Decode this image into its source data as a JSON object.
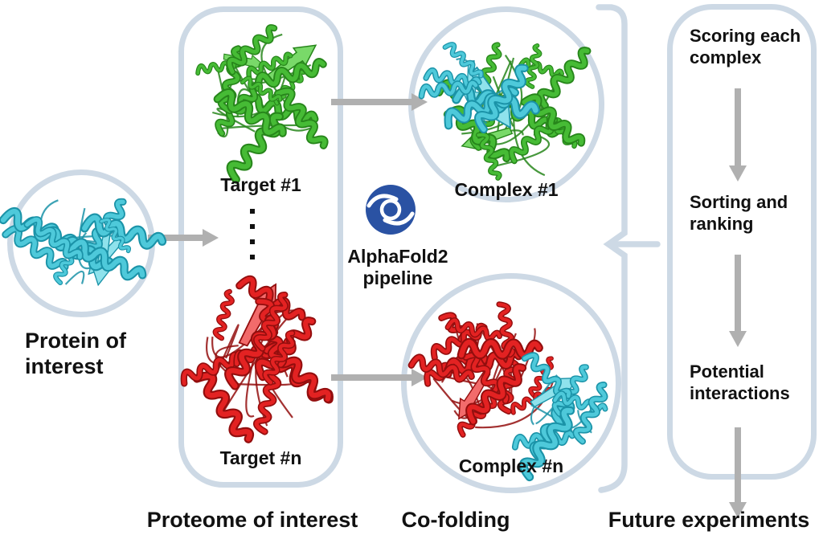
{
  "diagram": {
    "stages": {
      "protein_of_interest": {
        "label_line1": "Protein of",
        "label_line2": "interest"
      },
      "proteome": {
        "caption": "Proteome of interest",
        "targets": [
          {
            "label": "Target #1"
          },
          {
            "label": "Target #n"
          }
        ]
      },
      "pipeline": {
        "name": "AlphaFold2",
        "subtitle": "pipeline"
      },
      "cofolding": {
        "caption": "Co-folding",
        "complexes": [
          {
            "label": "Complex #1"
          },
          {
            "label": "Complex #n"
          }
        ]
      },
      "future": {
        "caption": "Future experiments",
        "steps": [
          {
            "line1": "Scoring each",
            "line2": "complex"
          },
          {
            "line1": "Sorting and",
            "line2": "ranking"
          },
          {
            "line1": "Potential",
            "line2": "interactions"
          }
        ]
      }
    },
    "icons": {
      "alphafold_logo": "vortex-spiral-icon",
      "flow_arrow": "gray-arrow",
      "ellipsis": "vertical-dots"
    }
  },
  "colors": {
    "background": "#ffffff",
    "outline": "#cdd9e5",
    "arrow": "#b0b0b0",
    "text": "#111111",
    "logo_blue": "#2a52a3",
    "protein_cyan": {
      "main": "#4ec9da",
      "dark": "#1b93a8",
      "light": "#8fe2ec"
    },
    "protein_green": {
      "main": "#46bb35",
      "dark": "#27861b",
      "light": "#79d969"
    },
    "protein_red": {
      "main": "#e32222",
      "dark": "#930e0e",
      "light": "#f26b6b"
    }
  }
}
